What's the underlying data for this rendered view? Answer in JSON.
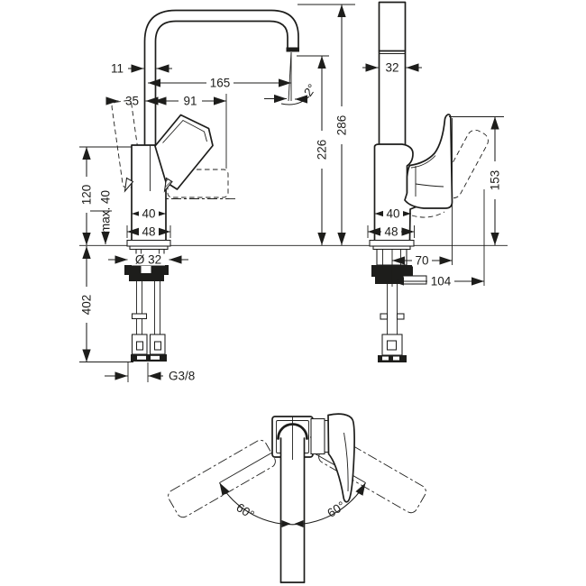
{
  "colors": {
    "ink": "#1d1d1b",
    "background": "#ffffff"
  },
  "dimensions": {
    "front": {
      "spout_pipe_width": "11",
      "spout_reach": "165",
      "handle_tilt_offset": "35",
      "handle_reach": "91",
      "spout_angle": "2°",
      "spout_outlet_height": "226",
      "total_height": "286",
      "body_height": "120",
      "max_mounting_thickness": "max. 40",
      "supply_hose_length": "402",
      "body_width": "40",
      "base_width": "48",
      "shank_diameter": "Ø 32",
      "hose_thread": "G3/8"
    },
    "side": {
      "handle_width": "32",
      "lever_height": "153",
      "body_depth": "40",
      "base_depth": "48",
      "lever_front_offset": "70",
      "overall_depth": "104"
    },
    "top": {
      "swivel_angle_left": "60°",
      "swivel_angle_right": "60°"
    }
  }
}
